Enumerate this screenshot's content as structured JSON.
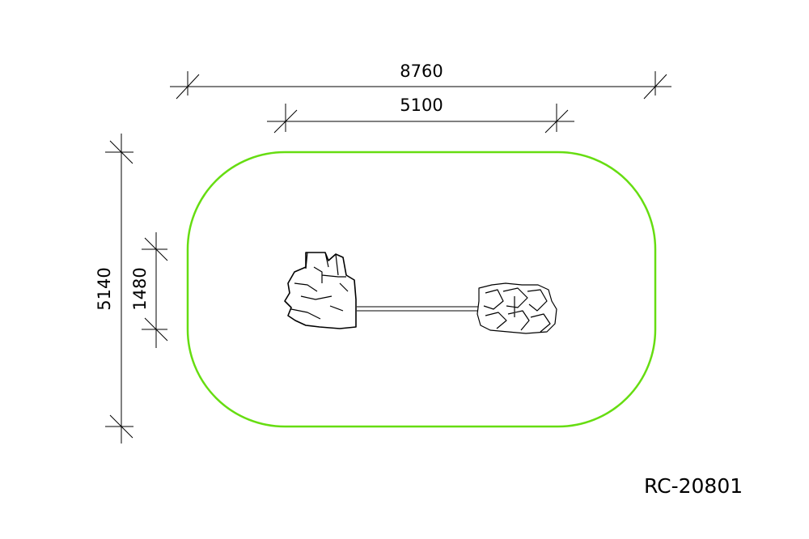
{
  "dimensions": {
    "overall_width": "8760",
    "inner_width": "5100",
    "overall_depth": "5140",
    "inner_depth": "1480"
  },
  "product_code": "RC-20801",
  "colors": {
    "boundary": "#66dd11",
    "lines": "#000000"
  }
}
